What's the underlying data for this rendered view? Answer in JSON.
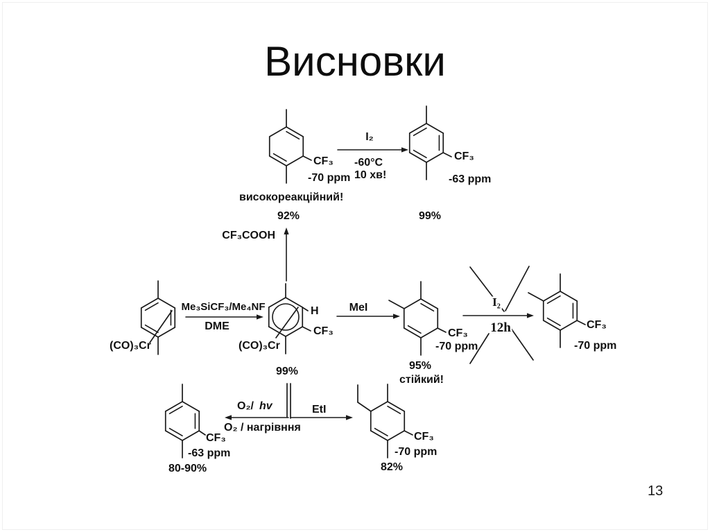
{
  "slide": {
    "title": "Висновки",
    "page_number": "13"
  },
  "scheme": {
    "top_reaction": {
      "diene_cf3": "CF₃",
      "diene_shift": "-70 ppm",
      "diene_note": "високореакційний!",
      "diene_yield": "92%",
      "arrow_reagent": "I₂",
      "arrow_temp": "-60°C",
      "arrow_time": "10 хв!",
      "product_cf3": "CF₃",
      "product_shift": "-63 ppm",
      "product_yield": "99%"
    },
    "protonation_arrow": {
      "reagent": "CF₃COOH"
    },
    "main_row": {
      "start_cr": "(CO)₃Cr",
      "arrow1_reagent": "Me₃SiCF₃/Me₄NF",
      "arrow1_solvent": "DME",
      "complex_cr": "(CO)₃Cr",
      "complex_h": "H",
      "complex_cf3": "CF₃",
      "complex_yield": "99%",
      "arrow2_reagent": "MeI",
      "methylated_cf3": "CF₃",
      "methylated_shift": "-70 ppm",
      "methylated_yield": "95%",
      "methylated_note": "стійкий!",
      "blocked_reagent": "I₂",
      "blocked_time": "12h",
      "product_cf3": "CF₃",
      "product_shift": "-70 ppm"
    },
    "bottom_row": {
      "left_arrow_top_o2": "O₂/",
      "left_arrow_top_hv": "hv",
      "left_arrow_bottom": "O₂ / нагрівння",
      "aromatic_cf3": "CF₃",
      "aromatic_shift": "-63 ppm",
      "aromatic_yield": "80-90%",
      "right_arrow_reagent": "EtI",
      "ethyl_cf3": "CF₃",
      "ethyl_shift": "-70 ppm",
      "ethyl_yield": "82%"
    }
  }
}
